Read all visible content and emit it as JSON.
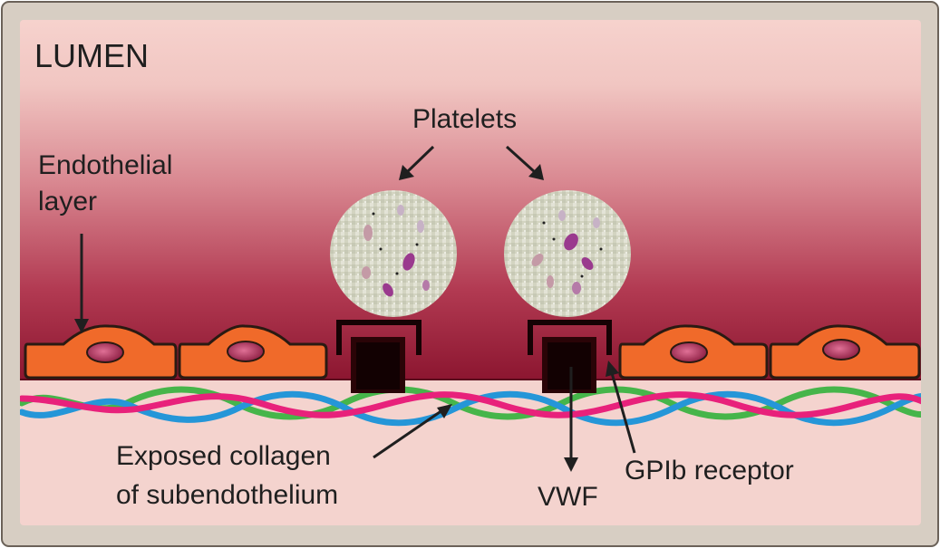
{
  "labels": {
    "lumen": "LUMEN",
    "platelets": "Platelets",
    "endothelial_line1": "Endothelial",
    "endothelial_line2": "layer",
    "collagen_line1": "Exposed collagen",
    "collagen_line2": "of subendothelium",
    "vwf": "VWF",
    "gpib": "GPIb receptor"
  },
  "colors": {
    "frame": "#d8d0c6",
    "lumen_top": "#f5d0cc",
    "lumen_bottom": "#8c1630",
    "subendothelium": "#f4d3ce",
    "endothelial_cell": "#f06a2a",
    "nucleus": "#a8284e",
    "platelet": "#d6d7c5",
    "granule": "#9a3a8e",
    "vwf_block": "#2a0407",
    "collagen_pink": "#e8217b",
    "collagen_blue": "#2596d8",
    "collagen_green": "#46b54a"
  }
}
